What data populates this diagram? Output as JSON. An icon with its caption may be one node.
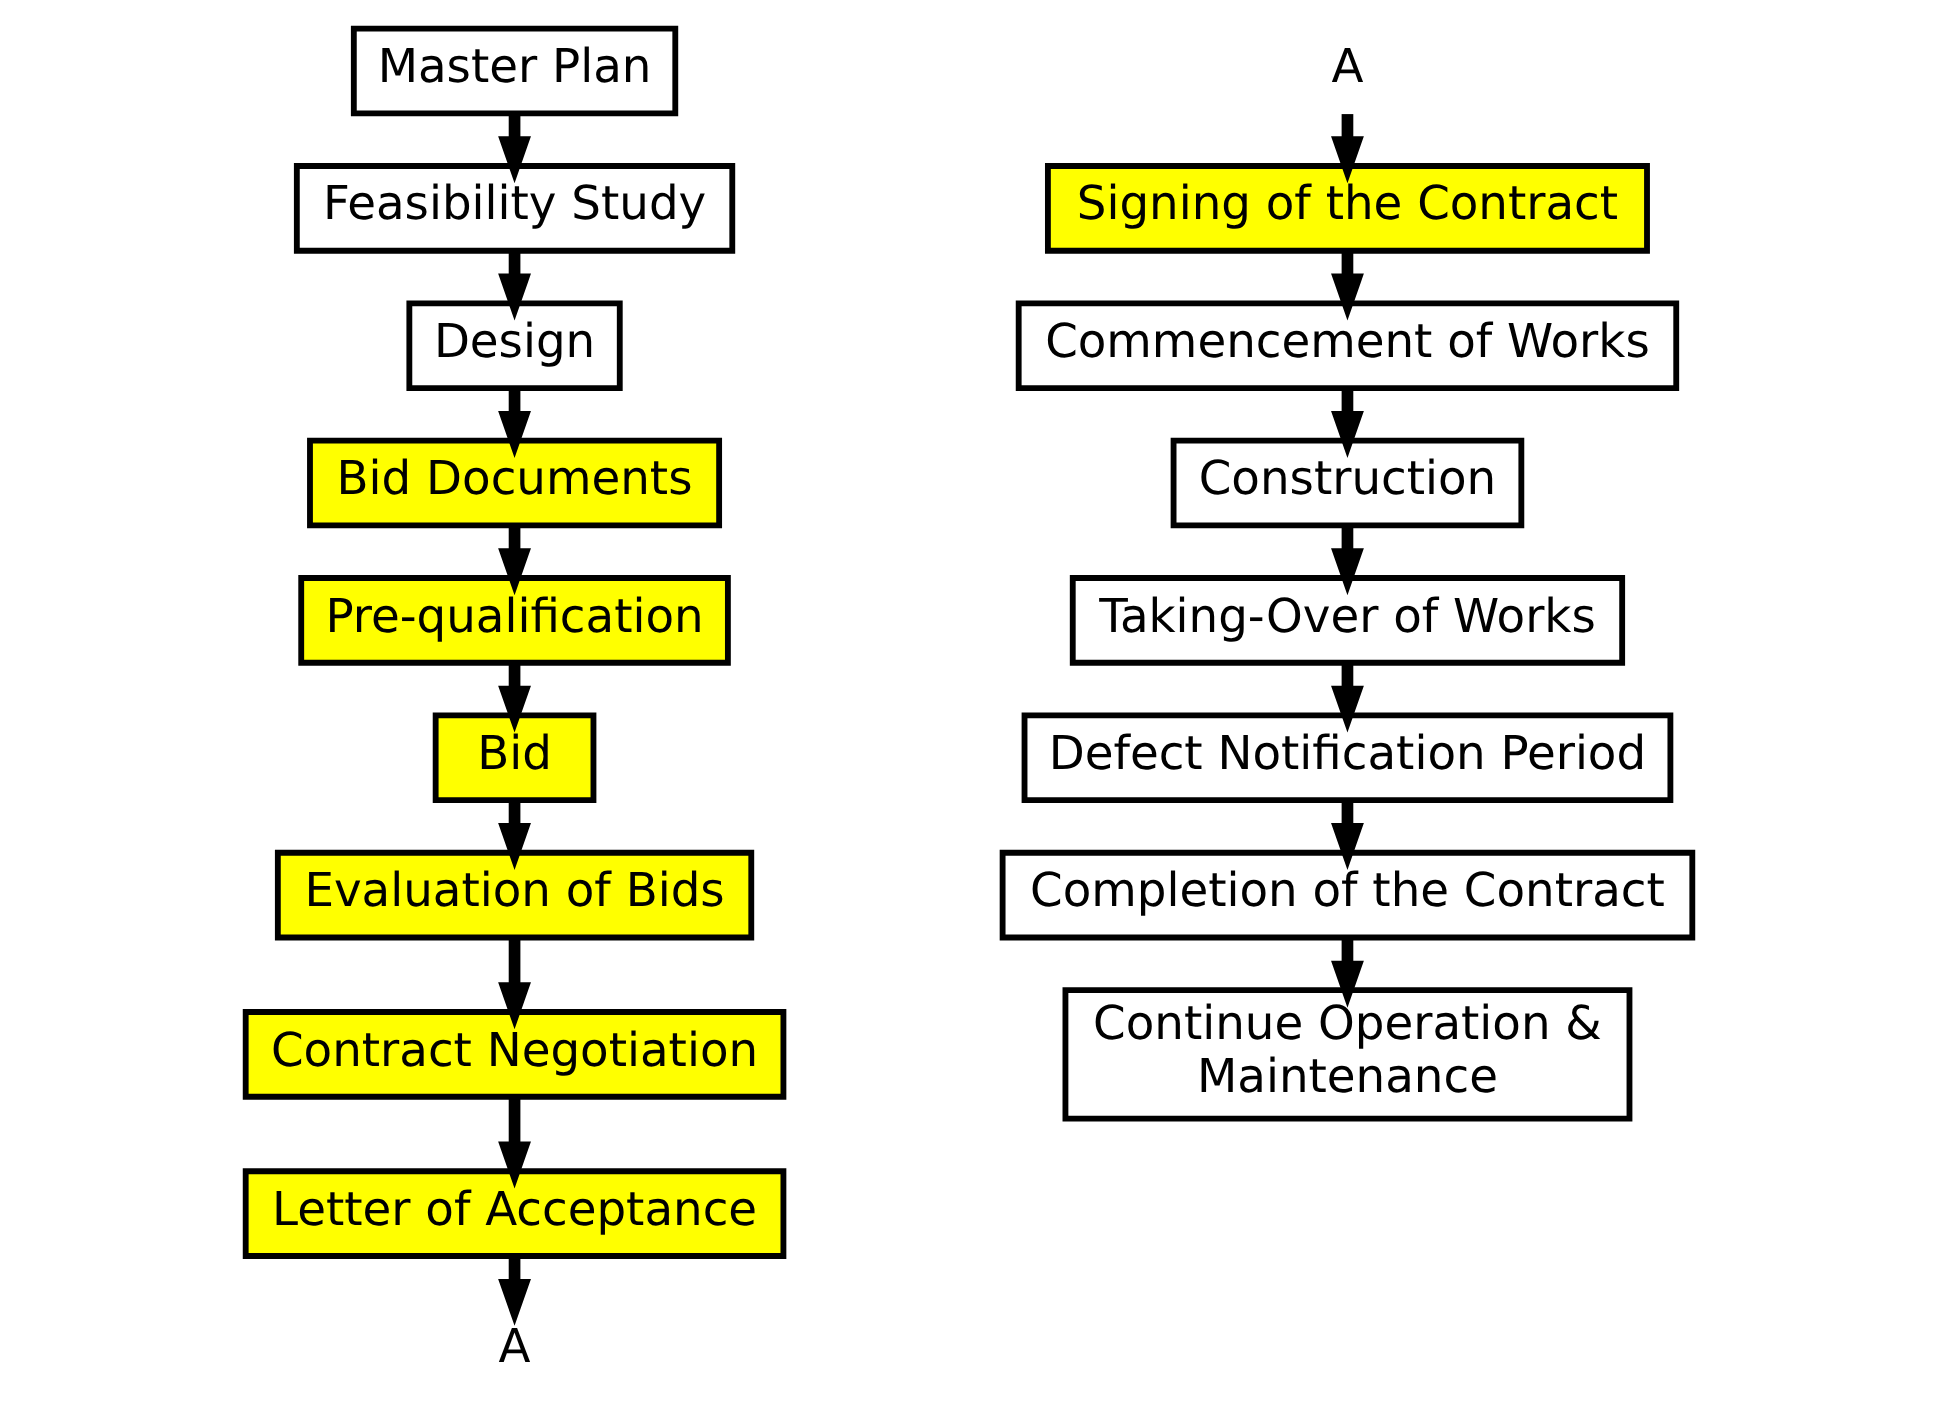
{
  "diagram": {
    "nodes": [
      {
        "text": [
          "Master Plan"
        ]
      },
      {
        "text": [
          "Feasibility Study"
        ]
      },
      {
        "text": [
          "Design"
        ]
      },
      {
        "text": [
          "Bid Documents"
        ]
      },
      {
        "text": [
          "Pre-qualification"
        ]
      },
      {
        "text": [
          "Bid"
        ]
      },
      {
        "text": [
          "Evaluation of Bids"
        ]
      },
      {
        "text": [
          "Contract Negotiation"
        ]
      },
      {
        "text": [
          "Letter of Acceptance"
        ]
      },
      {
        "text": [
          "A"
        ]
      },
      {
        "text": [
          "A"
        ]
      },
      {
        "text": [
          "Signing of the Contract"
        ]
      },
      {
        "text": [
          "Commencement of Works"
        ]
      },
      {
        "text": [
          "Construction"
        ]
      },
      {
        "text": [
          "Taking-Over of Works"
        ]
      },
      {
        "text": [
          "Defect Notification Period"
        ]
      },
      {
        "text": [
          "Completion of the Contract"
        ]
      },
      {
        "text": [
          "Continue Operation & Maintenance"
        ]
      }
    ],
    "edges": [
      {
        "from": 0,
        "to": 1,
        "arrow": "to"
      },
      {
        "from": 1,
        "to": 2,
        "arrow": "to"
      },
      {
        "from": 2,
        "to": 3,
        "arrow": "to"
      },
      {
        "from": 3,
        "to": 4,
        "arrow": "to"
      },
      {
        "from": 4,
        "to": 5,
        "arrow": "to"
      },
      {
        "from": 5,
        "to": 6,
        "arrow": "to"
      },
      {
        "from": 6,
        "to": 7,
        "arrow": "to"
      },
      {
        "from": 7,
        "to": 8,
        "arrow": "to"
      },
      {
        "from": 8,
        "to": 9,
        "arrow": "to"
      },
      {
        "from": 10,
        "to": 11,
        "arrow": "to"
      },
      {
        "from": 11,
        "to": 12,
        "arrow": "to"
      },
      {
        "from": 12,
        "to": 13,
        "arrow": "to"
      },
      {
        "from": 13,
        "to": 14,
        "arrow": "to"
      },
      {
        "from": 14,
        "to": 15,
        "arrow": "to"
      },
      {
        "from": 15,
        "to": 16,
        "arrow": "to"
      },
      {
        "from": 16,
        "to": 17,
        "arrow": "to"
      }
    ]
  }
}
